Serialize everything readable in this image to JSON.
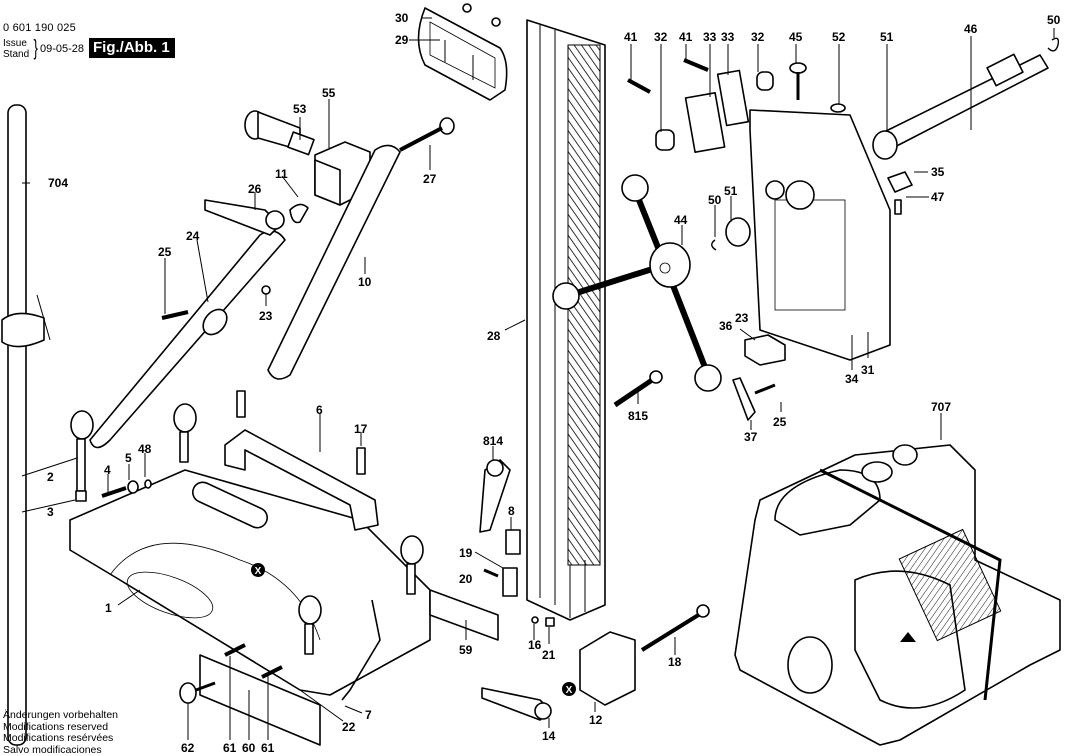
{
  "header": {
    "part_number": "0 601 190 025",
    "issue_label_line1": "Issue",
    "issue_label_line2": "Stand",
    "issue_date": "09-05-28",
    "figure_label": "Fig./Abb. 1"
  },
  "footer": {
    "lines": [
      "Änderungen vorbehalten",
      "Modifications reserved",
      "Modifications resérvées",
      "Salvo modificaciones"
    ]
  },
  "callouts": [
    {
      "id": "c30",
      "text": "30"
    },
    {
      "id": "c29",
      "text": "29"
    },
    {
      "id": "c41a",
      "text": "41"
    },
    {
      "id": "c32a",
      "text": "32"
    },
    {
      "id": "c41b",
      "text": "41"
    },
    {
      "id": "c33a",
      "text": "33"
    },
    {
      "id": "c33b",
      "text": "33"
    },
    {
      "id": "c32b",
      "text": "32"
    },
    {
      "id": "c45",
      "text": "45"
    },
    {
      "id": "c52",
      "text": "52"
    },
    {
      "id": "c51a",
      "text": "51"
    },
    {
      "id": "c46",
      "text": "46"
    },
    {
      "id": "c50a",
      "text": "50"
    },
    {
      "id": "c704",
      "text": "704"
    },
    {
      "id": "c53",
      "text": "53"
    },
    {
      "id": "c55",
      "text": "55"
    },
    {
      "id": "c27",
      "text": "27"
    },
    {
      "id": "c11",
      "text": "11"
    },
    {
      "id": "c26",
      "text": "26"
    },
    {
      "id": "c24",
      "text": "24"
    },
    {
      "id": "c25a",
      "text": "25"
    },
    {
      "id": "c23a",
      "text": "23"
    },
    {
      "id": "c10",
      "text": "10"
    },
    {
      "id": "c28",
      "text": "28"
    },
    {
      "id": "c35",
      "text": "35"
    },
    {
      "id": "c47",
      "text": "47"
    },
    {
      "id": "c44",
      "text": "44"
    },
    {
      "id": "c50b",
      "text": "50"
    },
    {
      "id": "c51b",
      "text": "51"
    },
    {
      "id": "c36",
      "text": "36"
    },
    {
      "id": "c23b",
      "text": "23"
    },
    {
      "id": "c34",
      "text": "34"
    },
    {
      "id": "c31",
      "text": "31"
    },
    {
      "id": "c815",
      "text": "815"
    },
    {
      "id": "c37",
      "text": "37"
    },
    {
      "id": "c25b",
      "text": "25"
    },
    {
      "id": "c707",
      "text": "707"
    },
    {
      "id": "c6",
      "text": "6"
    },
    {
      "id": "c17",
      "text": "17"
    },
    {
      "id": "c48",
      "text": "48"
    },
    {
      "id": "c5",
      "text": "5"
    },
    {
      "id": "c4",
      "text": "4"
    },
    {
      "id": "c2",
      "text": "2"
    },
    {
      "id": "c3",
      "text": "3"
    },
    {
      "id": "c1",
      "text": "1"
    },
    {
      "id": "c814",
      "text": "814"
    },
    {
      "id": "c8",
      "text": "8"
    },
    {
      "id": "c19",
      "text": "19"
    },
    {
      "id": "c20",
      "text": "20"
    },
    {
      "id": "c59",
      "text": "59"
    },
    {
      "id": "c16",
      "text": "16"
    },
    {
      "id": "c21",
      "text": "21"
    },
    {
      "id": "c18",
      "text": "18"
    },
    {
      "id": "c12",
      "text": "12"
    },
    {
      "id": "c14",
      "text": "14"
    },
    {
      "id": "c7",
      "text": "7"
    },
    {
      "id": "c22",
      "text": "22"
    },
    {
      "id": "c62",
      "text": "62"
    },
    {
      "id": "c61a",
      "text": "61"
    },
    {
      "id": "c60",
      "text": "60"
    },
    {
      "id": "c61b",
      "text": "61"
    }
  ],
  "markers": {
    "x_marker_symbol": "X"
  }
}
